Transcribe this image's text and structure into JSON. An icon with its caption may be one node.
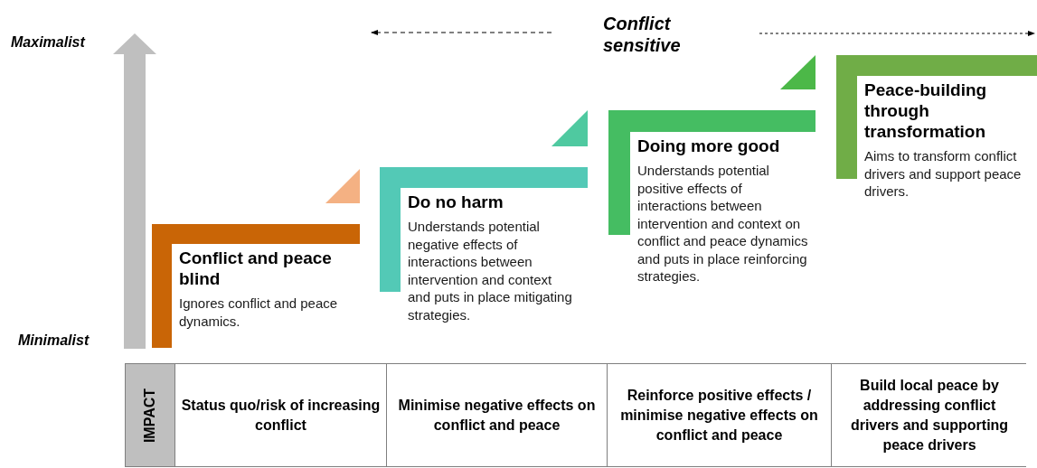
{
  "diagram": {
    "nodes": [
      {
        "text": [
          "Conflict and peace blind",
          "Ignores conflict and peace dynamics."
        ]
      },
      {
        "text": [
          "Do no harm",
          "Understands potential negative effects of interactions between intervention and context and puts in place mitigating strategies."
        ]
      },
      {
        "text": [
          "Doing more good",
          "Understands potential positive effects of interactions between intervention and context on conflict and peace dynamics and puts in place reinforcing strategies."
        ]
      },
      {
        "text": [
          "Peace-building through transformation",
          "Aims to transform conflict drivers and support peace drivers."
        ]
      }
    ],
    "labels": [
      "Maximalist",
      "Conflict sensitive",
      "Minimalist",
      "IMPACT",
      "Status quo/risk of increasing conflict",
      "Minimise negative effects on conflict and peace",
      "Reinforce positive effects / minimise negative effects on conflict and peace",
      "Build local peace by addressing conflict drivers and supporting peace drivers"
    ]
  }
}
